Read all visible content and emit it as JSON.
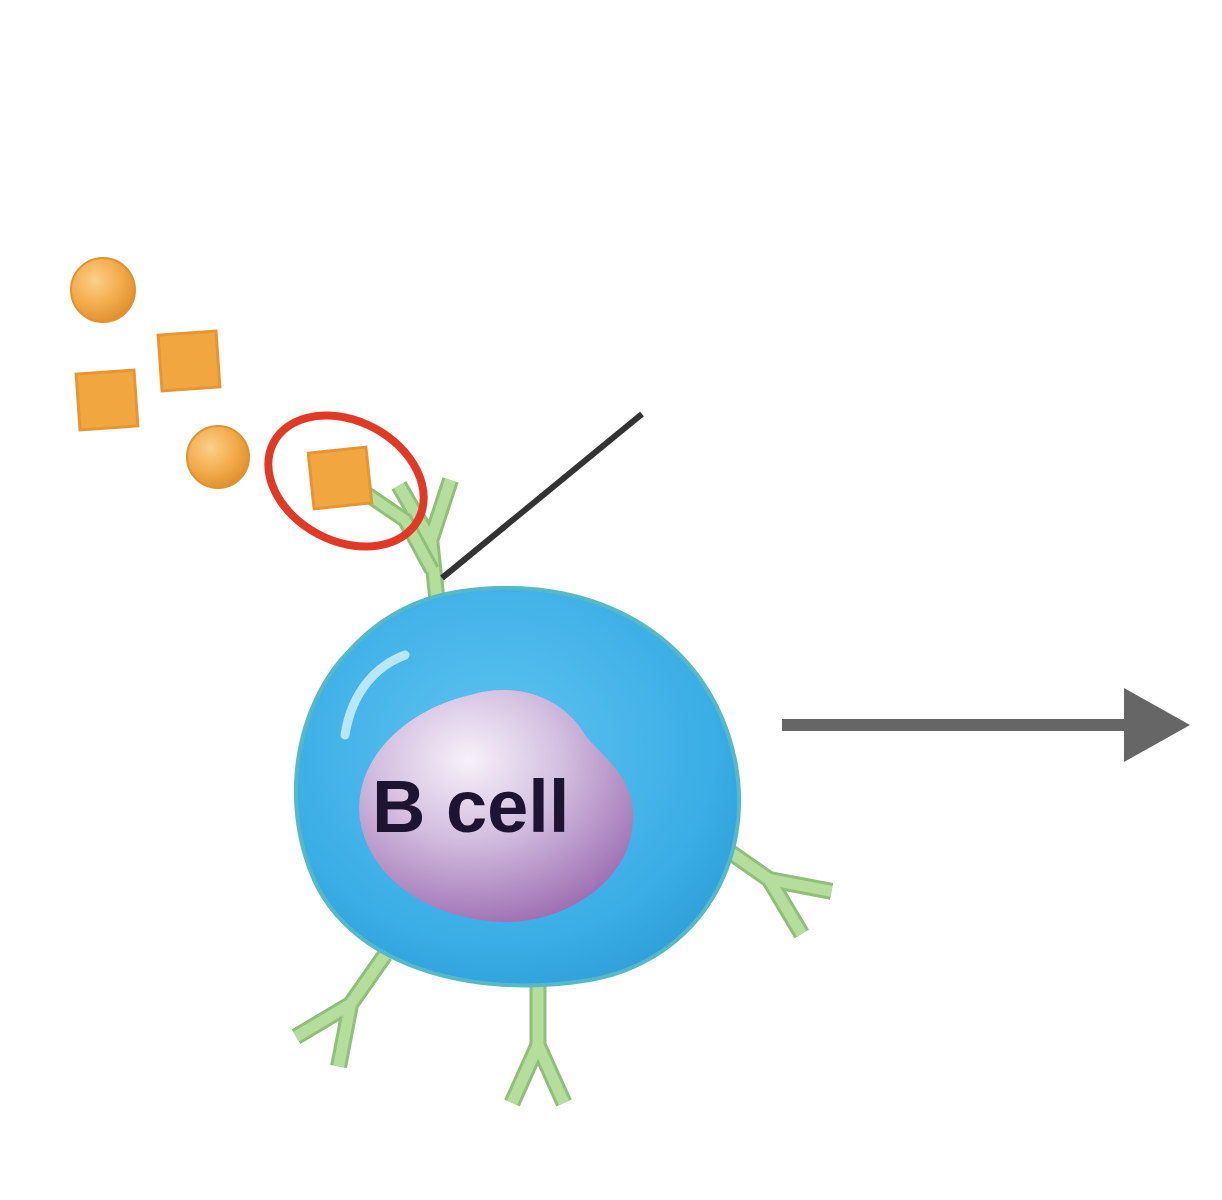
{
  "cell": {
    "label": "B cell",
    "colors": {
      "membrane": "#3aaee6",
      "membrane_edge": "#4fb3c9",
      "nucleus": "#a77ab8",
      "receptor": "#a9d38f"
    }
  },
  "antigens": {
    "color": "#f0a43c",
    "highlight_color": "#e03a27",
    "shapes": [
      "circle",
      "square",
      "square",
      "circle",
      "square"
    ]
  },
  "arrow": {
    "color": "#666666"
  }
}
